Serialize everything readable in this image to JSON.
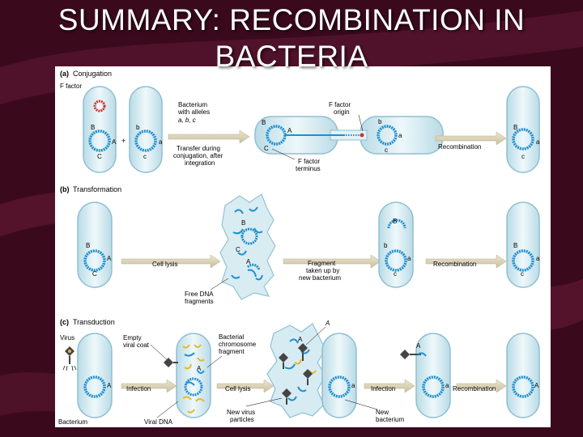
{
  "title": "SUMMARY: RECOMBINATION IN BACTERIA",
  "sections": {
    "a": {
      "letter": "(a)",
      "name": "Conjugation",
      "f_factor": "F factor",
      "plus": "+",
      "bacterium_with": "Bacterium",
      "with_alleles": "with alleles",
      "alleles": "a, b, c",
      "transfer_1": "Transfer during",
      "transfer_2": "conjugation, after",
      "transfer_3": "integration",
      "origin_1": "F factor",
      "origin_2": "origin",
      "terminus_1": "F factor",
      "terminus_2": "terminus",
      "recombination": "Recombination"
    },
    "b": {
      "letter": "(b)",
      "name": "Transformation",
      "cell_lysis": "Cell lysis",
      "free_dna_1": "Free DNA",
      "free_dna_2": "fragments",
      "fragment_1": "Fragment",
      "fragment_2": "taken up by",
      "fragment_3": "new bacterium",
      "recombination": "Recombination"
    },
    "c": {
      "letter": "(c)",
      "name": "Transduction",
      "virus": "Virus",
      "empty_1": "Empty",
      "empty_2": "viral coat",
      "chrom_1": "Bacterial",
      "chrom_2": "chromosome",
      "chrom_3": "fragment",
      "infection": "Infection",
      "cell_lysis": "Cell lysis",
      "infection_2": "Infection",
      "recombination": "Recombination",
      "bacterium": "Bacterium",
      "viral_dna": "Viral DNA",
      "new_virus_1": "New virus",
      "new_virus_2": "particles",
      "new_bacterium_1": "New",
      "new_bacterium_2": "bacterium"
    }
  },
  "alleles": {
    "A": "A",
    "B": "B",
    "C": "C",
    "a": "a",
    "b": "b",
    "c": "c"
  },
  "colors": {
    "background": "#3a0a1c",
    "stripe": "#6e1b3a",
    "cell_fill": "#d6ecf2",
    "cell_stroke": "#8fbfd0",
    "dna_blue": "#1f8fd0",
    "f_factor_red": "#d0312d",
    "viral_yellow": "#e8b820",
    "arrow": "#d9d2b5"
  }
}
